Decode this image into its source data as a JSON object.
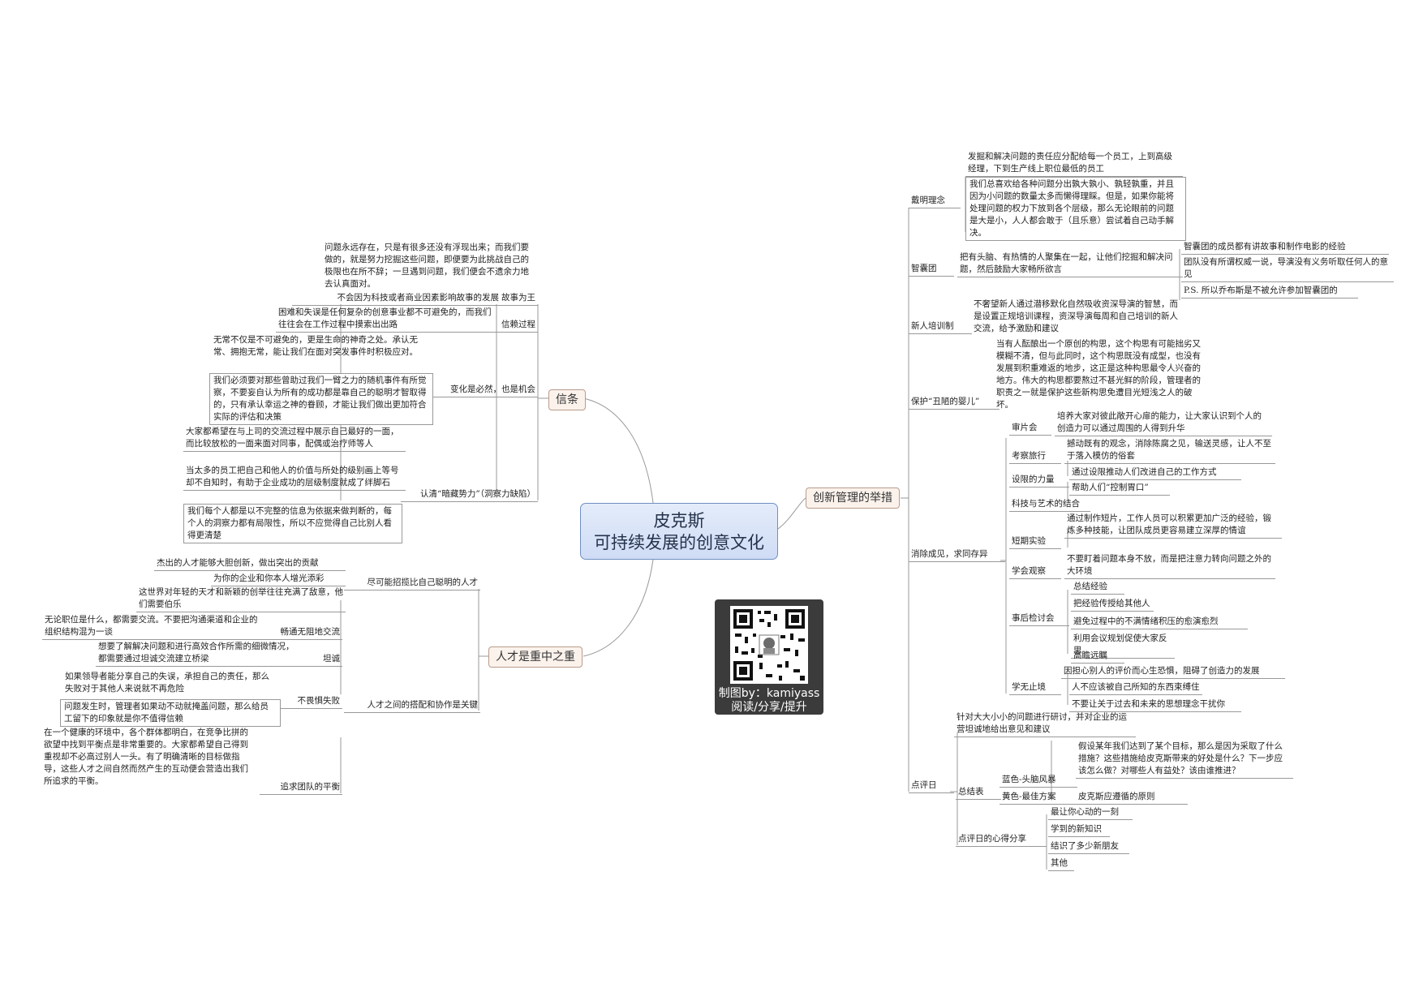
{
  "root": {
    "line1": "皮克斯",
    "line2": "可持续发展的创意文化"
  },
  "qr": {
    "line1": "制图by：kamiyass",
    "line2": "阅读/分享/提升",
    "icon": "qr-code-icon"
  },
  "colors": {
    "root_fill": "#d5e1f7",
    "root_border": "#6f8fc3",
    "branch_fill": "#fbf2ec",
    "branch_border": "#b99c8a",
    "line": "#999999"
  },
  "left": {
    "xintiao": {
      "label": "信条",
      "gushi": {
        "label": "故事为王",
        "d1": "问题永远存在，只是有很多还没有浮现出来；而我们要做的，就是努力挖掘这些问题，即便要为此挑战自己的极限也在所不辞；一旦遇到问题，我们便会不遗余力地去认真面对。",
        "d2": "不会因为科技或者商业因素影响故事的发展"
      },
      "xinlai": {
        "label": "信赖过程",
        "d1": "困难和失误是任何复杂的创意事业都不可避免的，而我们往往会在工作过程中摸索出出路"
      },
      "bianhua": {
        "label": "变化是必然，也是机会",
        "d1": "无常不仅是不可避免的，更是生命的神奇之处。承认无常、拥抱无常，能让我们在面对突发事件时积极应对。",
        "d2": "我们必须要对那些曾助过我们一臂之力的随机事件有所觉察，不要妄自认为所有的成功都是靠自己的聪明才智取得的，只有承认幸运之神的眷顾，才能让我们做出更加符合实际的评估和决策"
      },
      "anzang": {
        "label": "认清“暗藏势力”（洞察力缺陷）",
        "d1": "大家都希望在与上司的交流过程中展示自己最好的一面，而比较放松的一面来面对同事，配偶或治疗师等人",
        "d2": "当太多的员工把自己和他人的价值与所处的级别画上等号却不自知时，有助于企业成功的层级制度就成了绊脚石",
        "d3": "我们每个人都是以不完整的信息为依据来做判断的，每个人的洞察力都有局限性，所以不应觉得自己比别人看得更清楚"
      }
    },
    "rencai": {
      "label": "人才是重中之重",
      "zhaopin": {
        "label": "尽可能招揽比自己聪明的人才",
        "d1": "杰出的人才能够大胆创新，做出突出的贡献",
        "d2": "为你的企业和你本人增光添彩",
        "d3": "这世界对年轻的天才和新颖的创举往往充满了敌意，他们需要伯乐"
      },
      "dapei": {
        "label": "人才之间的搭配和协作是关键",
        "changtong": {
          "label": "畅通无阻地交流",
          "d1": "无论职位是什么，都需要交流。不要把沟通渠道和企业的组织结构混为一谈"
        },
        "tancheng": {
          "label": "坦诚",
          "d1": "想要了解解决问题和进行高效合作所需的细微情况，都需要通过坦诚交流建立桥梁"
        },
        "bujushibai": {
          "label": "不畏惧失败",
          "d1": "如果领导者能分享自己的失误，承担自己的责任，那么失败对于其他人来说就不再危险",
          "d2": "问题发生时，管理者如果动不动就掩盖问题，那么给员工留下的印象就是你不值得信赖"
        },
        "pingheng": {
          "label": "追求团队的平衡",
          "d1": "在一个健康的环境中，各个群体都明白，在竞争比拼的欲望中找到平衡点是非常重要的。大家都希望自己得到重视却不必高过别人一头。有了明确清晰的目标做指导，这些人才之间自然而然产生的互动便会营造出我们所追求的平衡。"
        }
      }
    }
  },
  "right": {
    "label": "创新管理的举措",
    "daiming": {
      "label": "戴明理念",
      "d1": "发掘和解决问题的责任应分配给每一个员工，上到高级经理，下到生产线上职位最低的员工",
      "d2": "我们总喜欢给各种问题分出孰大孰小、孰轻孰重，并且因为小问题的数量太多而懒得理睬。但是，如果你能将处理问题的权力下放到各个层级，那么无论眼前的问题是大是小，人人都会敢于（且乐意）尝试着自己动手解决。"
    },
    "zhinang": {
      "label": "智囊团",
      "d1": "把有头脑、有热情的人聚集在一起，让他们挖掘和解决问题，然后鼓励大家畅所欲言",
      "s1": "智囊团的成员都有讲故事和制作电影的经验",
      "s2": "团队没有所谓权威一说，导演没有义务听取任何人的意见",
      "s3": "P.S. 所以乔布斯是不被允许参加智囊团的"
    },
    "xinren": {
      "label": "新人培训制",
      "d1": "不奢望新人通过潜移默化自然吸收资深导演的智慧，而是设置正规培训课程，资深导演每周和自己培训的新人交流，给予激励和建议"
    },
    "chouyinger": {
      "label": "保护“丑陋的婴儿”",
      "d1": "当有人酝酿出一个原创的构思，这个构思有可能拙劣又模糊不清，但与此同时，这个构思既没有成型，也没有发展到积重难返的地步，这正是这种构思最令人兴奋的地方。伟大的构思都要熬过不甚光鲜的阶段，管理者的职责之一就是保护这些新构思免遭目光短浅之人的破坏。"
    },
    "xiaochu": {
      "label": "消除成见，求同存异",
      "shenpian": {
        "label": "审片会",
        "d1": "培养大家对彼此敞开心扉的能力，让大家认识到个人的创造力可以通过周围的人得到升华"
      },
      "kaocha": {
        "label": "考察旅行",
        "d1": "撼动既有的观念，消除陈腐之见，输送灵感，让人不至于落入模仿的俗套"
      },
      "sheixian": {
        "label": "设限的力量",
        "d1": "通过设限推动人们改进自己的工作方式",
        "d2": "帮助人们“控制胃口”"
      },
      "keji": {
        "label": "科技与艺术的结合"
      },
      "duanqi": {
        "label": "短期实验",
        "d1": "通过制作短片，工作人员可以积累更加广泛的经验，锻炼多种技能，让团队成员更容易建立深厚的情谊"
      },
      "guancha": {
        "label": "学会观察",
        "d1": "不要盯着问题本身不放，而是把注意力转向问题之外的大环境"
      },
      "jiantao": {
        "label": "事后检讨会",
        "items": [
          "总结经验",
          "把经验传授给其他人",
          "避免过程中的不满情绪积压的愈演愈烈",
          "利用会议规划促使大家反思",
          "高瞻远瞩"
        ]
      },
      "xuewu": {
        "label": "学无止境",
        "items": [
          "因担心别人的评价而心生恐惧，阻碍了创造力的发展",
          "人不应该被自己所知的东西束缚住",
          "不要让关于过去和未来的思想理念干扰你"
        ]
      }
    },
    "dianping": {
      "label": "点评日",
      "d1": "针对大大小小的问题进行研讨，并对企业的运营坦诚地给出意见和建议",
      "zongjie": {
        "label": "总结表",
        "lan": "蓝色-头脑风暴",
        "lan_d": "假设某年我们达到了某个目标，那么是因为采取了什么措施？这些措施给皮克斯带来的好处是什么？下一步应该怎么做？对哪些人有益处？该由谁推进？",
        "huang": "黄色-最佳方案",
        "huang_d": "皮克斯应遵循的原则"
      },
      "xinde": {
        "label": "点评日的心得分享",
        "items": [
          "最让你心动的一刻",
          "学到的新知识",
          "结识了多少新朋友",
          "其他"
        ]
      }
    }
  }
}
